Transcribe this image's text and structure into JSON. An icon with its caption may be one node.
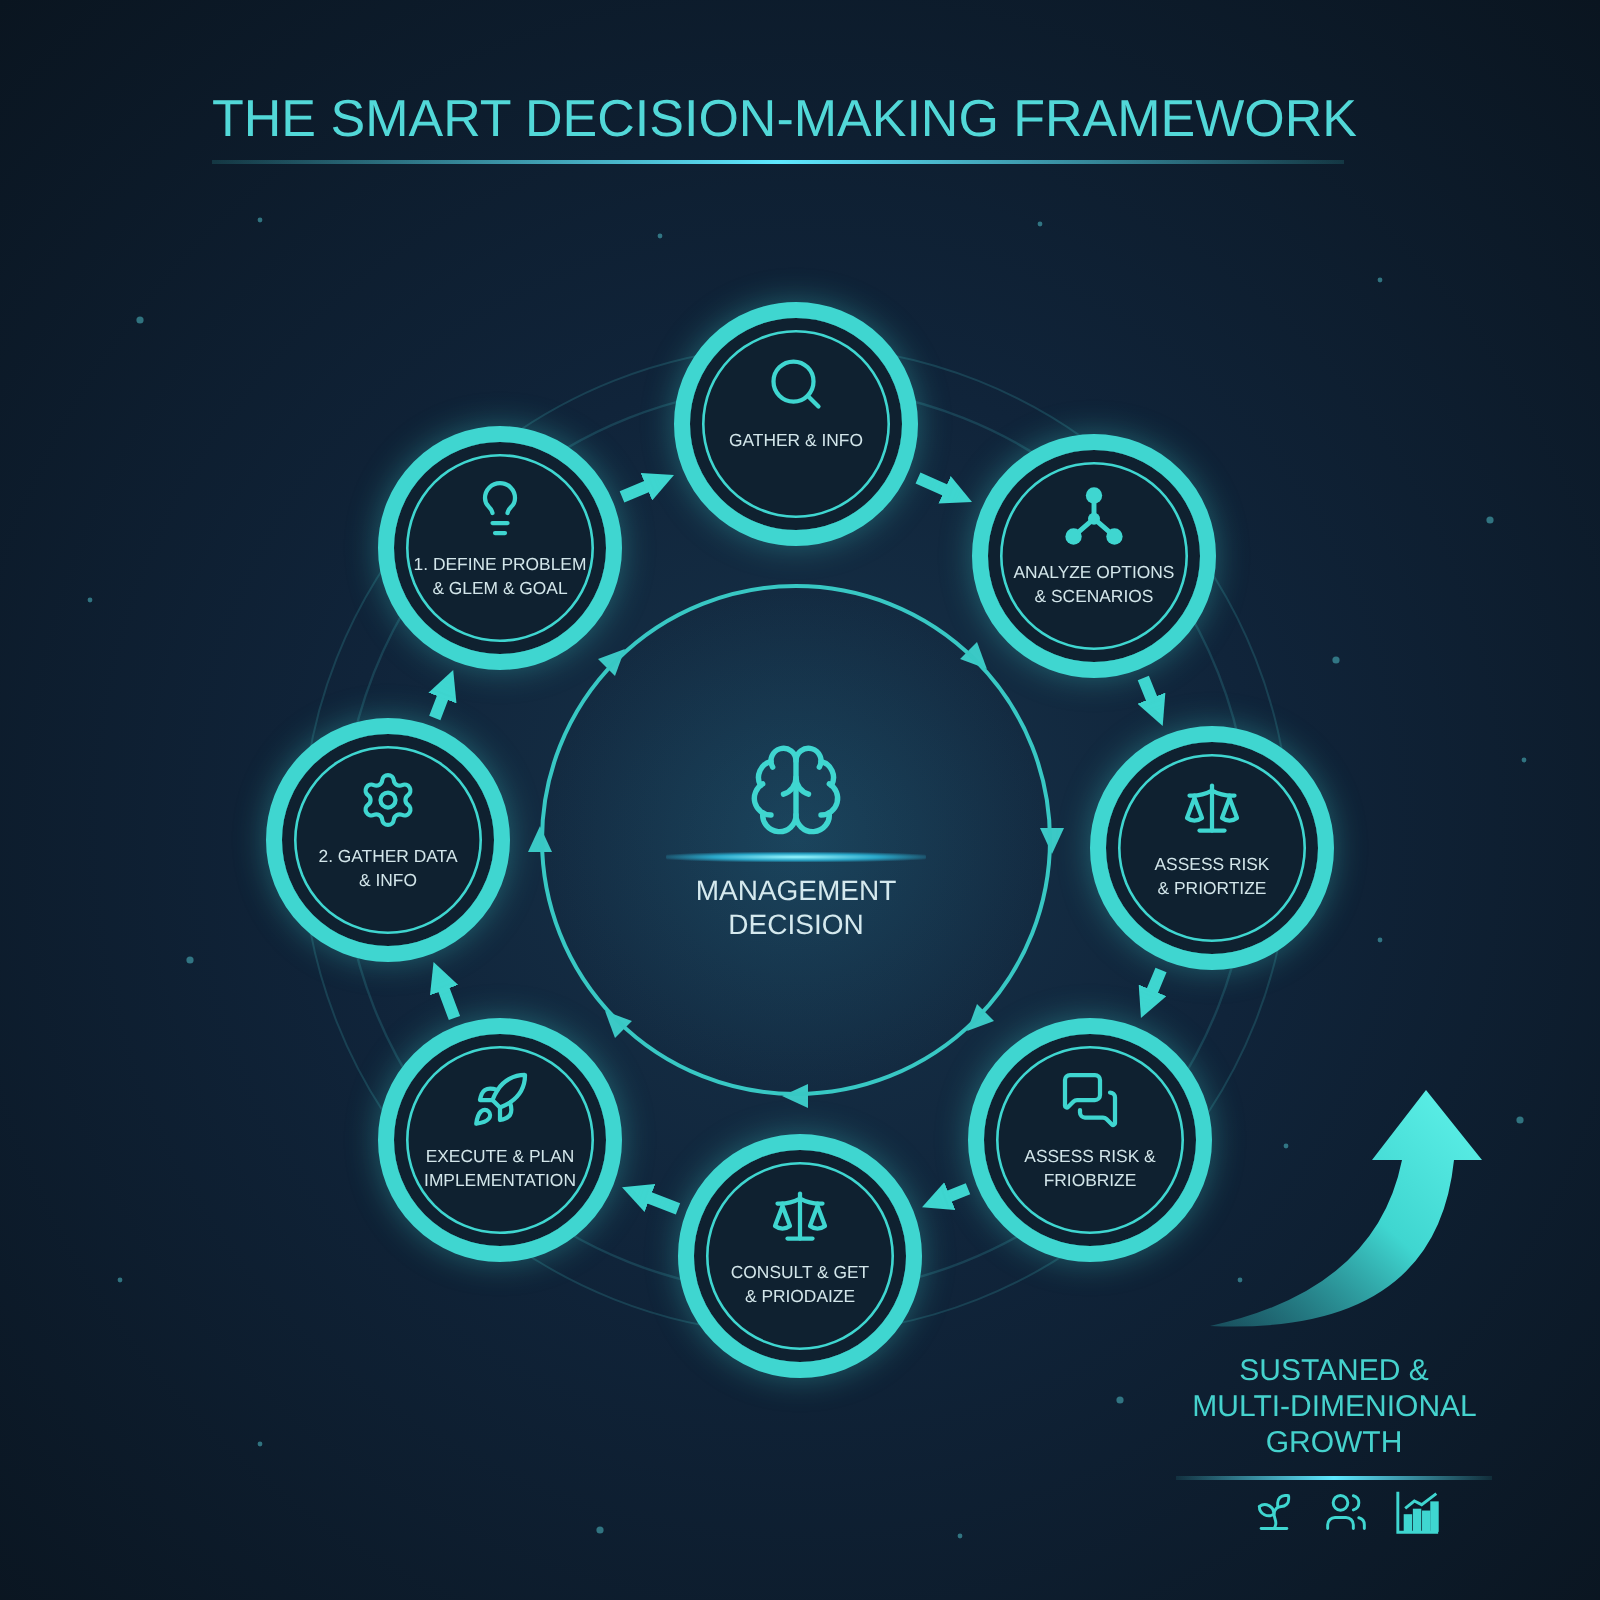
{
  "diagram": {
    "title": "THE SMART DECISION-MAKING FRAMEWORK",
    "nodes": [
      {
        "text": [
          "1. DEFINE PROBLEM & GLEM & GOAL"
        ]
      },
      {
        "text": [
          "GATHER & INFO"
        ]
      },
      {
        "text": [
          "ANALYZE OPTIONS & SCENARIOS"
        ]
      },
      {
        "text": [
          "ASSESS RISK & PRIORTIZE"
        ]
      },
      {
        "text": [
          "ASSESS RISK & FRIOBRIZE"
        ]
      },
      {
        "text": [
          "CONSULT & GET & PRIODAIZE"
        ]
      },
      {
        "text": [
          "EXECUTE & PLAN IMPLEMENTATION"
        ]
      },
      {
        "text": [
          "2. GATHER DATA & INFO"
        ]
      },
      {
        "text": [
          "MANAGEMENT DECISION"
        ]
      }
    ],
    "edges": [
      {
        "from": 0,
        "to": 1,
        "arrow": "to"
      },
      {
        "from": 1,
        "to": 2,
        "arrow": "to"
      },
      {
        "from": 2,
        "to": 3,
        "arrow": "to"
      },
      {
        "from": 3,
        "to": 4,
        "arrow": "to"
      },
      {
        "from": 4,
        "to": 5,
        "arrow": "to"
      },
      {
        "from": 5,
        "to": 6,
        "arrow": "to"
      },
      {
        "from": 6,
        "to": 7,
        "arrow": "to"
      },
      {
        "from": 7,
        "to": 0,
        "arrow": "to"
      }
    ],
    "labels": [
      "SUSTANED & MULTI-DIMENIONAL GROWTH"
    ]
  }
}
